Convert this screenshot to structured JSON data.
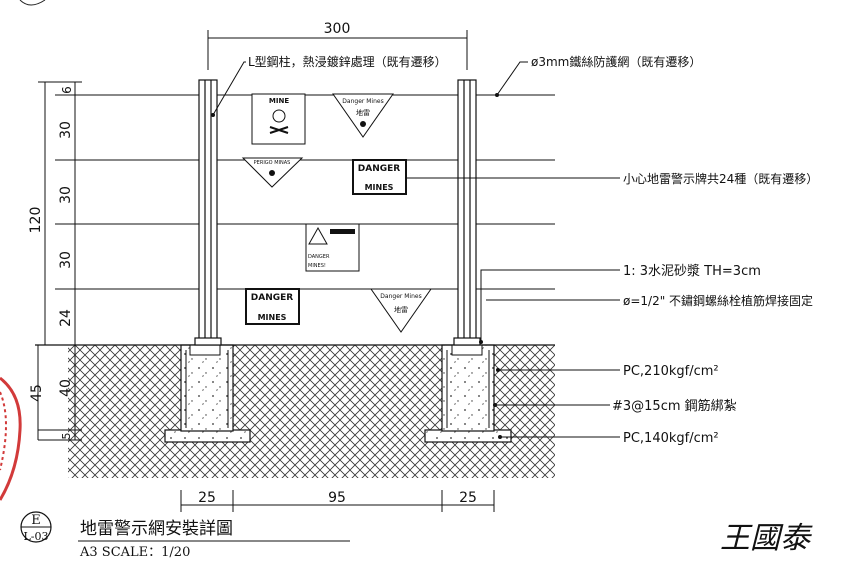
{
  "dimensions": {
    "top_width": "300",
    "bottom_left": "25",
    "bottom_mid": "95",
    "bottom_right": "25",
    "left_total": "120",
    "left_6": "6",
    "left_30a": "30",
    "left_30b": "30",
    "left_30c": "30",
    "left_24": "24",
    "left_45": "45",
    "left_40": "40",
    "left_5": "5"
  },
  "labels": {
    "post": "L型鋼柱，熱浸鍍鋅處理（既有遷移）",
    "mesh": "ø3mm鐵絲防護網（既有遷移）",
    "signs": "小心地雷警示牌共24種（既有遷移）",
    "mortar": "1: 3水泥砂漿  TH=3cm",
    "bolt": "ø=1/2\" 不鏽鋼螺絲栓植筋焊接固定",
    "pc210": "PC,210kgf/cm²",
    "rebar": "#3@15cm 鋼筋綁紮",
    "pc140": "PC,140kgf/cm²"
  },
  "signs": {
    "mine1": "MINE",
    "mine1_sub": "ᥐᥐ",
    "danger_mines_tri": "Danger Mines",
    "dilei": "地雷",
    "small_tri": "PERIGO MINAS",
    "danger_box": "DANGER",
    "mines_box": "MINES",
    "tri_box_top": "ᥐᥐᥐ",
    "tri_box_line2": "ᥐᥐᥐ",
    "tri_box_line3": "DANGER",
    "tri_box_line4": "MINES!"
  },
  "title": {
    "circle_letter": "E",
    "sheet": "L-03",
    "name": "地雷警示網安裝詳圖",
    "scale": "A3  SCALE：1/20"
  },
  "signature": "王國泰"
}
